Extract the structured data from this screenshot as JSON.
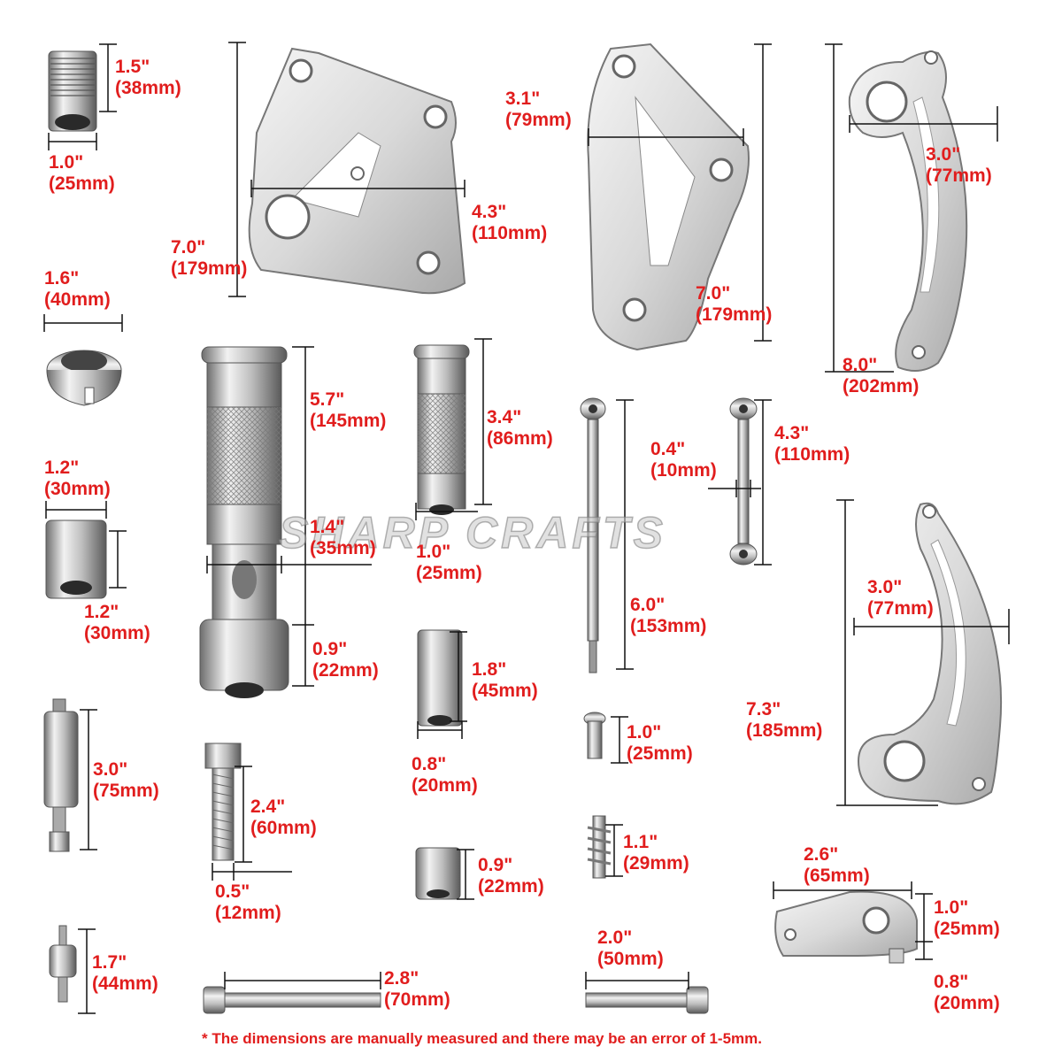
{
  "watermark": "SHARP CRAFTS",
  "footnote": "* The dimensions are manually measured and there may be an error of 1-5mm.",
  "colors": {
    "label": "#e11d1d",
    "line": "#111111",
    "metal_light": "#e8e8e8",
    "metal_dark": "#8a8a8a"
  },
  "dimensions": {
    "bushing_h": {
      "in": "1.5\"",
      "mm": "(38mm)"
    },
    "bushing_w": {
      "in": "1.0\"",
      "mm": "(25mm)"
    },
    "plate1_w": {
      "in": "4.3\"",
      "mm": "(110mm)"
    },
    "plate1_h": {
      "in": "7.0\"",
      "mm": "(179mm)"
    },
    "plate2_w": {
      "in": "3.1\"",
      "mm": "(79mm)"
    },
    "plate2_h": {
      "in": "7.0\"",
      "mm": "(179mm)"
    },
    "arm1_w": {
      "in": "3.0\"",
      "mm": "(77mm)"
    },
    "arm1_h": {
      "in": "8.0\"",
      "mm": "(202mm)"
    },
    "collar_d": {
      "in": "1.6\"",
      "mm": "(40mm)"
    },
    "spacer30_w": {
      "in": "1.2\"",
      "mm": "(30mm)"
    },
    "spacer30_h": {
      "in": "1.2\"",
      "mm": "(30mm)"
    },
    "peg_long_h": {
      "in": "5.7\"",
      "mm": "(145mm)"
    },
    "peg_long_w": {
      "in": "1.4\"",
      "mm": "(35mm)"
    },
    "peg_long_pulley": {
      "in": "0.9\"",
      "mm": "(22mm)"
    },
    "peg_short_h": {
      "in": "3.4\"",
      "mm": "(86mm)"
    },
    "peg_short_w": {
      "in": "1.0\"",
      "mm": "(25mm)"
    },
    "rod_small_w": {
      "in": "0.4\"",
      "mm": "(10mm)"
    },
    "rod_small_h": {
      "in": "4.3\"",
      "mm": "(110mm)"
    },
    "rod_long_h": {
      "in": "6.0\"",
      "mm": "(153mm)"
    },
    "arm2_w": {
      "in": "3.0\"",
      "mm": "(77mm)"
    },
    "arm2_h": {
      "in": "7.3\"",
      "mm": "(185mm)"
    },
    "sleeve_h": {
      "in": "1.8\"",
      "mm": "(45mm)"
    },
    "sleeve_w": {
      "in": "0.8\"",
      "mm": "(20mm)"
    },
    "pin_h": {
      "in": "1.0\"",
      "mm": "(25mm)"
    },
    "bolt_stud_h": {
      "in": "3.0\"",
      "mm": "(75mm)"
    },
    "hexbolt_h": {
      "in": "2.4\"",
      "mm": "(60mm)"
    },
    "hexbolt_w": {
      "in": "0.5\"",
      "mm": "(12mm)"
    },
    "spacer22_h": {
      "in": "0.9\"",
      "mm": "(22mm)"
    },
    "screw_h": {
      "in": "1.1\"",
      "mm": "(29mm)"
    },
    "clamp_w": {
      "in": "2.6\"",
      "mm": "(65mm)"
    },
    "clamp_h": {
      "in": "1.0\"",
      "mm": "(25mm)"
    },
    "clamp_t": {
      "in": "0.8\"",
      "mm": "(20mm)"
    },
    "stud_small_h": {
      "in": "1.7\"",
      "mm": "(44mm)"
    },
    "allen_long_l": {
      "in": "2.8\"",
      "mm": "(70mm)"
    },
    "allen_short_l": {
      "in": "2.0\"",
      "mm": "(50mm)"
    }
  }
}
